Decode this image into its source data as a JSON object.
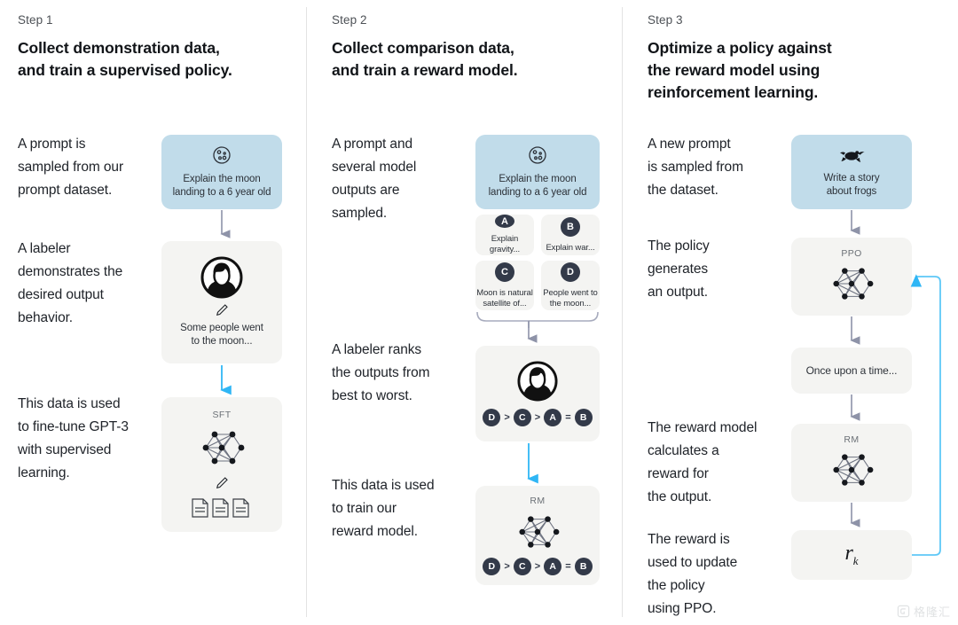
{
  "colors": {
    "prompt_card": "#c1dcea",
    "card": "#f4f4f2",
    "arrow_gray": "#8e93a8",
    "arrow_blue": "#2fb6f5",
    "badge": "#333a49",
    "divider": "#e3e3e3"
  },
  "steps": [
    {
      "label": "Step 1",
      "title_line1": "Collect demonstration data,",
      "title_line2": "and train a supervised policy.",
      "paragraphs": [
        "A prompt is\nsampled from our\nprompt dataset.",
        "A labeler\ndemonstrates the\ndesired output\nbehavior.",
        "This data is used\nto fine-tune GPT-3\nwith supervised\nlearning."
      ],
      "cards": {
        "prompt": {
          "icon": "moon-icon",
          "text": "Explain the moon\nlanding to a 6 year old"
        },
        "labeler": {
          "icon": "labeler-person-icon",
          "text": "Some people went\nto the moon..."
        },
        "sft": {
          "title": "SFT",
          "icon": "neural-net-icon"
        }
      }
    },
    {
      "label": "Step 2",
      "title_line1": "Collect comparison data,",
      "title_line2": "and train a reward model.",
      "paragraphs": [
        "A prompt and\nseveral model\noutputs are\nsampled.",
        "A labeler ranks\nthe outputs from\nbest to worst.",
        "This data is used\nto train our\nreward model."
      ],
      "cards": {
        "prompt": {
          "icon": "moon-icon",
          "text": "Explain the moon\nlanding to a 6 year old"
        },
        "outputs": [
          {
            "badge": "A",
            "text": "Explain gravity..."
          },
          {
            "badge": "B",
            "text": "Explain war..."
          },
          {
            "badge": "C",
            "text": "Moon is natural\nsatellite of..."
          },
          {
            "badge": "D",
            "text": "People went to\nthe moon..."
          }
        ],
        "ranking": {
          "icon": "labeler-person-icon",
          "order": [
            "D",
            ">",
            "C",
            ">",
            "A",
            "=",
            "B"
          ]
        },
        "rm": {
          "title": "RM",
          "icon": "neural-net-icon",
          "order": [
            "D",
            ">",
            "C",
            ">",
            "A",
            "=",
            "B"
          ]
        }
      }
    },
    {
      "label": "Step 3",
      "title_line1": "Optimize a policy against",
      "title_line2": "the reward model using",
      "title_line3": "reinforcement learning.",
      "paragraphs": [
        "A new prompt\nis sampled from\nthe dataset.",
        "The policy\ngenerates\nan output.",
        "The reward model\ncalculates a\nreward for\nthe output.",
        "The reward is\nused to update\nthe policy\nusing PPO."
      ],
      "cards": {
        "prompt": {
          "icon": "frog-icon",
          "text": "Write a story\nabout frogs"
        },
        "ppo": {
          "title": "PPO",
          "icon": "neural-net-icon"
        },
        "output": {
          "text": "Once upon a time..."
        },
        "rm": {
          "title": "RM",
          "icon": "neural-net-icon"
        },
        "reward": {
          "symbol": "r",
          "subscript": "k"
        }
      }
    }
  ],
  "watermark": {
    "text": "格隆汇",
    "icon": "watermark-logo-icon"
  }
}
